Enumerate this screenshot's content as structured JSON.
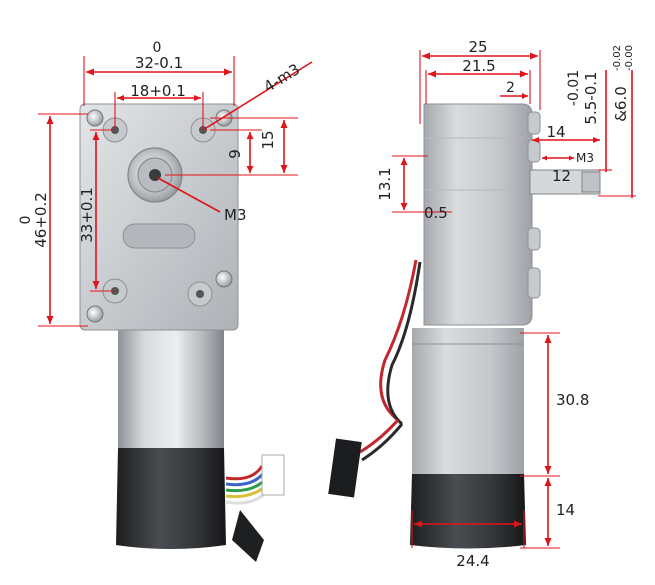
{
  "front_view": {
    "top_tol": "0",
    "width_dim": "32-0.1",
    "hole_spacing_dim": "18+0.1",
    "hole_spec": "4-m3",
    "dim_15": "15",
    "dim_9": "9",
    "height_tol": "0",
    "height_dim": "46+0.2",
    "hole_vertical_dim": "33+0.1",
    "shaft_thread": "M3"
  },
  "side_view": {
    "depth_dim": "25",
    "gearbox_depth_dim": "21.5",
    "dim_2": "2",
    "shaft_len_dim": "14",
    "shaft_flat_dim": "5.5-0.1",
    "shaft_flat_tol": "-0.01",
    "shaft_dia": "&6.0",
    "shaft_dia_tol_upper": "-0.02",
    "shaft_dia_tol_lower": "-0.00",
    "shaft_thread": "M3",
    "shaft_12": "12",
    "offset_dim": "13.1",
    "offset_small": "0.5",
    "motor_len_dim": "30.8",
    "encoder_len_dim": "14",
    "motor_dia_dim": "24.4"
  },
  "colors": {
    "dimension_line": "#e0141b",
    "gearbox_metal": "#c9ccd0",
    "motor_can": "#bfc3c7",
    "encoder_cap": "#2e3033",
    "wire_red": "#c0282d",
    "wire_blue": "#3a62c9",
    "wire_green": "#2e9b4a"
  }
}
